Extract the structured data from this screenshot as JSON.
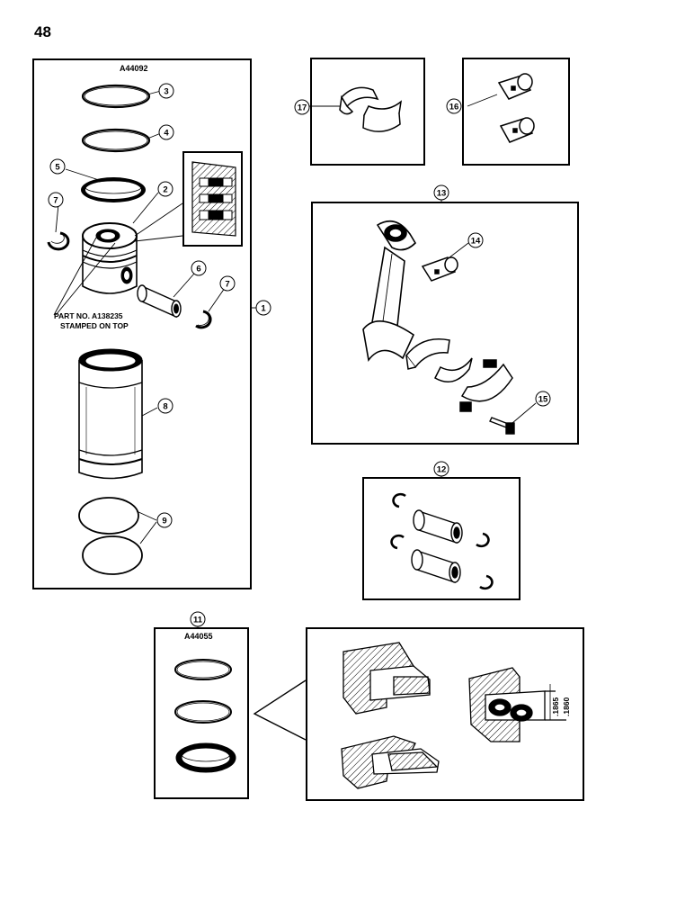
{
  "page": {
    "number": "48"
  },
  "kit_main": {
    "label": "A44092",
    "callout_line1": "PART NO. A138235",
    "callout_line2": "STAMPED ON TOP"
  },
  "kit_rings": {
    "label": "A44055"
  },
  "dimensions": {
    "upper": ".1865",
    "lower": ".1860"
  },
  "callouts": {
    "c1": "1",
    "c2": "2",
    "c3": "3",
    "c4": "4",
    "c5": "5",
    "c6": "6",
    "c7a": "7",
    "c7b": "7",
    "c8": "8",
    "c9": "9",
    "c11": "11",
    "c12": "12",
    "c13": "13",
    "c14": "14",
    "c15": "15",
    "c16": "16",
    "c17": "17"
  }
}
